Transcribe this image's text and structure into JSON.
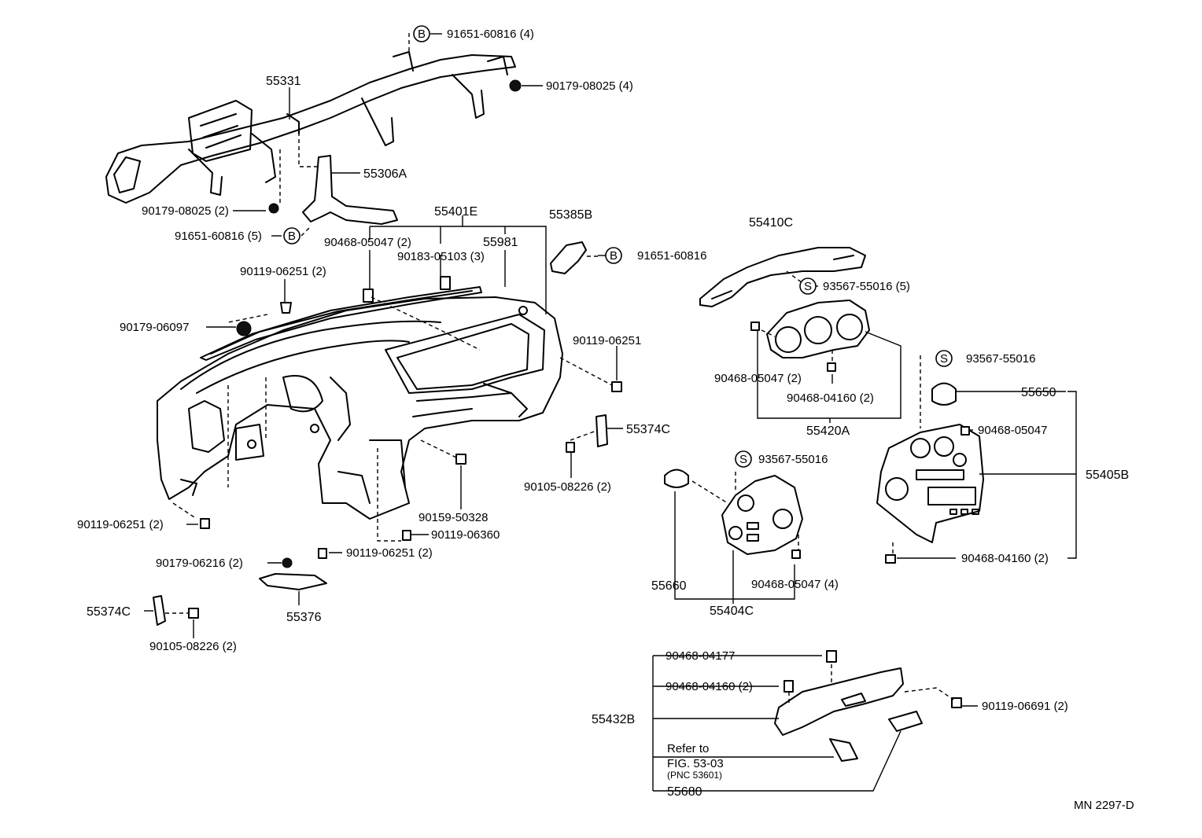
{
  "labels": {
    "p91651_60816_4": "91651-60816 (4)",
    "p90179_08025_4": "90179-08025 (4)",
    "p55331": "55331",
    "p55306A": "55306A",
    "p90179_08025_2": "90179-08025 (2)",
    "p91651_60816_5": "91651-60816 (5)",
    "p55401E": "55401E",
    "p55385B": "55385B",
    "p90468_05047_2a": "90468-05047 (2)",
    "p55981": "55981",
    "p90183_05103_3": "90183-05103 (3)",
    "p91651_60816": "91651-60816",
    "p90119_06251_2a": "90119-06251 (2)",
    "p90179_06097": "90179-06097",
    "p90119_06251_r": "90119-06251",
    "p55374C_r": "55374C",
    "p90105_08226_2a": "90105-08226 (2)",
    "p90159_50328": "90159-50328",
    "p90119_06251_2b": "90119-06251 (2)",
    "p90119_06360": "90119-06360",
    "p90179_06216_2": "90179-06216 (2)",
    "p90119_06251_2c": "90119-06251 (2)",
    "p55376": "55376",
    "p55374C_l": "55374C",
    "p90105_08226_2b": "90105-08226 (2)",
    "p55410C": "55410C",
    "p93567_55016_5": "93567-55016 (5)",
    "p90468_05047_2b": "90468-05047 (2)",
    "p90468_04160_2a": "90468-04160 (2)",
    "p55420A": "55420A",
    "p93567_55016_a": "93567-55016",
    "p55650": "55650",
    "p90468_05047": "90468-05047",
    "p55405B": "55405B",
    "p90468_04160_2b": "90468-04160 (2)",
    "p93567_55016_b": "93567-55016",
    "p55660": "55660",
    "p90468_05047_4": "90468-05047 (4)",
    "p55404C": "55404C",
    "p90468_04177": "90468-04177",
    "p90468_04160_2c": "90468-04160 (2)",
    "p55432B": "55432B",
    "p90119_06691_2": "90119-06691 (2)",
    "refer_line1": "Refer to",
    "refer_line2": "FIG. 53-03",
    "refer_line3": "(PNC 53601)",
    "p55680": "55680",
    "drawing_code": "MN 2297-D"
  },
  "symbols": {
    "b_marker": "B",
    "s_marker": "S"
  }
}
